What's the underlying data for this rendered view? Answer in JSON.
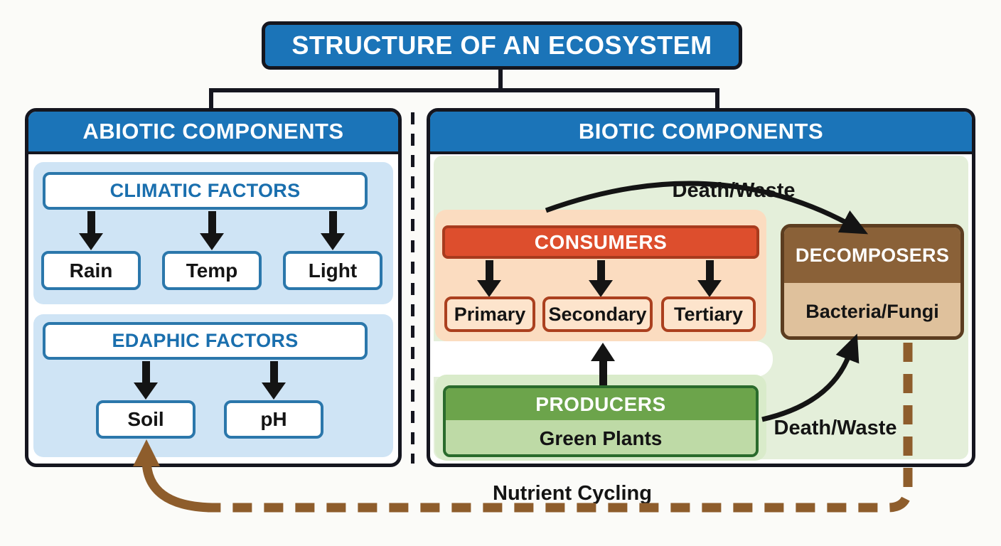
{
  "title": "STRUCTURE OF AN ECOSYSTEM",
  "abiotic": {
    "header": "ABIOTIC COMPONENTS",
    "climatic": {
      "title": "CLIMATIC FACTORS",
      "items": [
        "Rain",
        "Temp",
        "Light"
      ]
    },
    "edaphic": {
      "title": "EDAPHIC FACTORS",
      "items": [
        "Soil",
        "pH"
      ]
    }
  },
  "biotic": {
    "header": "BIOTIC COMPONENTS",
    "consumers": {
      "title": "CONSUMERS",
      "items": [
        "Primary",
        "Secondary",
        "Tertiary"
      ]
    },
    "producers": {
      "title": "PRODUCERS",
      "subtitle": "Green Plants"
    },
    "decomposers": {
      "title": "DECOMPOSERS",
      "subtitle": "Bacteria/Fungi"
    }
  },
  "labels": {
    "death_waste_consumers": "Death/Waste",
    "death_waste_producers": "Death/Waste",
    "nutrient_cycling": "Nutrient Cycling"
  },
  "colors": {
    "header_blue": "#1b74b8",
    "light_blue": "#cfe4f5",
    "blue_text": "#1a6fae",
    "biotic_green_bg": "#e4efda",
    "consumers_red": "#dd4e2d",
    "consumers_peach": "#fbdcc0",
    "producers_green": "#6ca44b",
    "producers_light_green": "#bedaa6",
    "decomposers_brown": "#8a6138",
    "decomposers_tan": "#dfc19c",
    "nutrient_brown": "#8e5d2c",
    "arrow_black": "#141414"
  }
}
